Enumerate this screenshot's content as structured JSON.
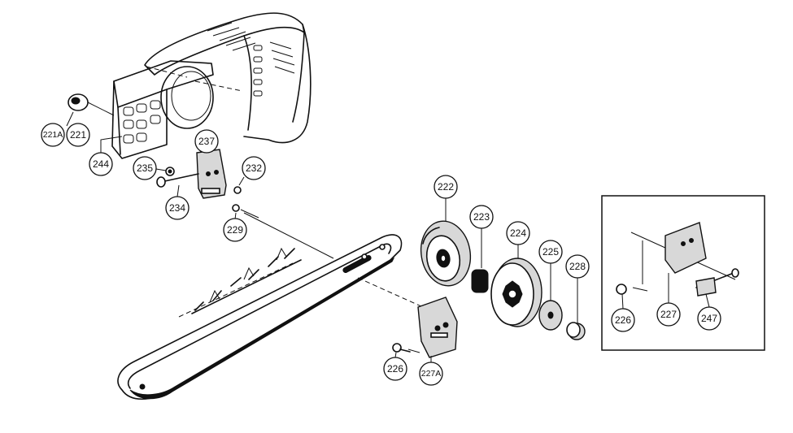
{
  "labels": {
    "p221A": "221A",
    "p221": "221",
    "p244": "244",
    "p237": "237",
    "p235": "235",
    "p232": "232",
    "p234": "234",
    "p229": "229",
    "p222": "222",
    "p223": "223",
    "p224": "224",
    "p225": "225",
    "p228": "228",
    "p226": "226",
    "p227A": "227A",
    "p226_inset": "226",
    "p227": "227",
    "p247": "247"
  }
}
